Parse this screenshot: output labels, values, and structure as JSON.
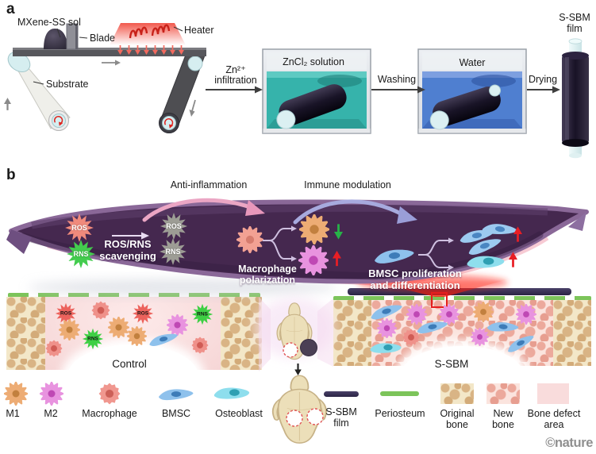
{
  "panel_a": {
    "label": "a",
    "machine": {
      "mxene_label": "MXene-SS sol",
      "blade_label": "Blade",
      "heater_label": "Heater",
      "substrate_label": "Substrate"
    },
    "steps": {
      "infiltration_line1": "Zn²⁺",
      "infiltration_line2": "infiltration",
      "washing": "Washing",
      "drying": "Drying"
    },
    "tank1_label": "ZnCl₂ solution",
    "tank2_label": "Water",
    "product_label": "S-SBM film"
  },
  "panel_b": {
    "label": "b",
    "anti_inflammation": "Anti-inflammation",
    "immune_modulation": "Immune modulation",
    "ros": "ROS",
    "rns": "RNS",
    "scavenging": "ROS/RNS scavenging",
    "polarization": "Macrophage polarization",
    "bmsc_prolif": "BMSC proliferation and differentiation",
    "control_label": "Control",
    "ssbm_label": "S-SBM"
  },
  "legend": {
    "m1": "M1",
    "m2": "M2",
    "macrophage": "Macrophage",
    "bmsc": "BMSC",
    "osteoblast": "Osteoblast",
    "film": "S-SBM film",
    "periosteum": "Periosteum",
    "original_bone": "Original bone",
    "new_bone": "New bone",
    "defect_area": "Bone defect area"
  },
  "footer": {
    "credit": "©nature"
  },
  "colors": {
    "film_purple": "#45284f",
    "film_edge": "#8a6898",
    "ros_red": "#f08a7c",
    "rns_green": "#43cc4e",
    "scavenged_gray": "#9d9d95",
    "m1_orange": "#edac74",
    "m2_magenta": "#e893df",
    "macrophage_salmon": "#f2a193",
    "bmsc_blue": "#8ec1ec",
    "osteoblast_cyan": "#8edeed",
    "periosteum_green": "#7cc45a",
    "ssbm_film_dark": "#332a52",
    "original_bone_tan": "#d9b485",
    "new_bone_pink": "#eca99c",
    "defect_pink": "#f9dede",
    "zncl2_teal": "#36b3ab",
    "water_blue": "#4f7fd0",
    "heater_red": "#e63a30",
    "up_arrow_red": "#e81e24",
    "down_arrow_green": "#27b348",
    "credit_gray": "#8f8f8f"
  }
}
